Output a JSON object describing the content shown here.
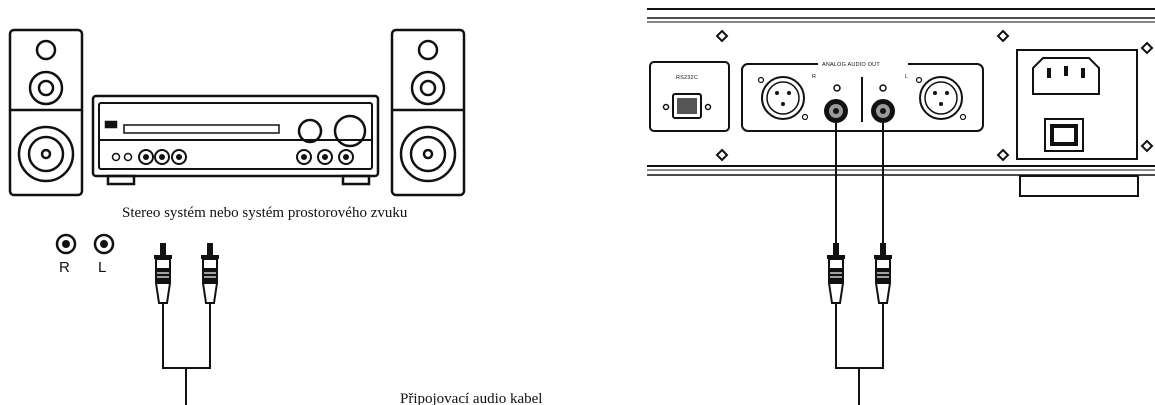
{
  "stereo_system_caption": "Stereo systém nebo systém prostorového zvuku",
  "jack_labels": {
    "right": "R",
    "left": "L"
  },
  "cable_caption": "Připojovací audio kabel",
  "rear_panel": {
    "rs232_label": "RS232C",
    "analog_out_label": "ANALOG AUDIO OUT",
    "channel_right": "R",
    "channel_left": "L"
  }
}
